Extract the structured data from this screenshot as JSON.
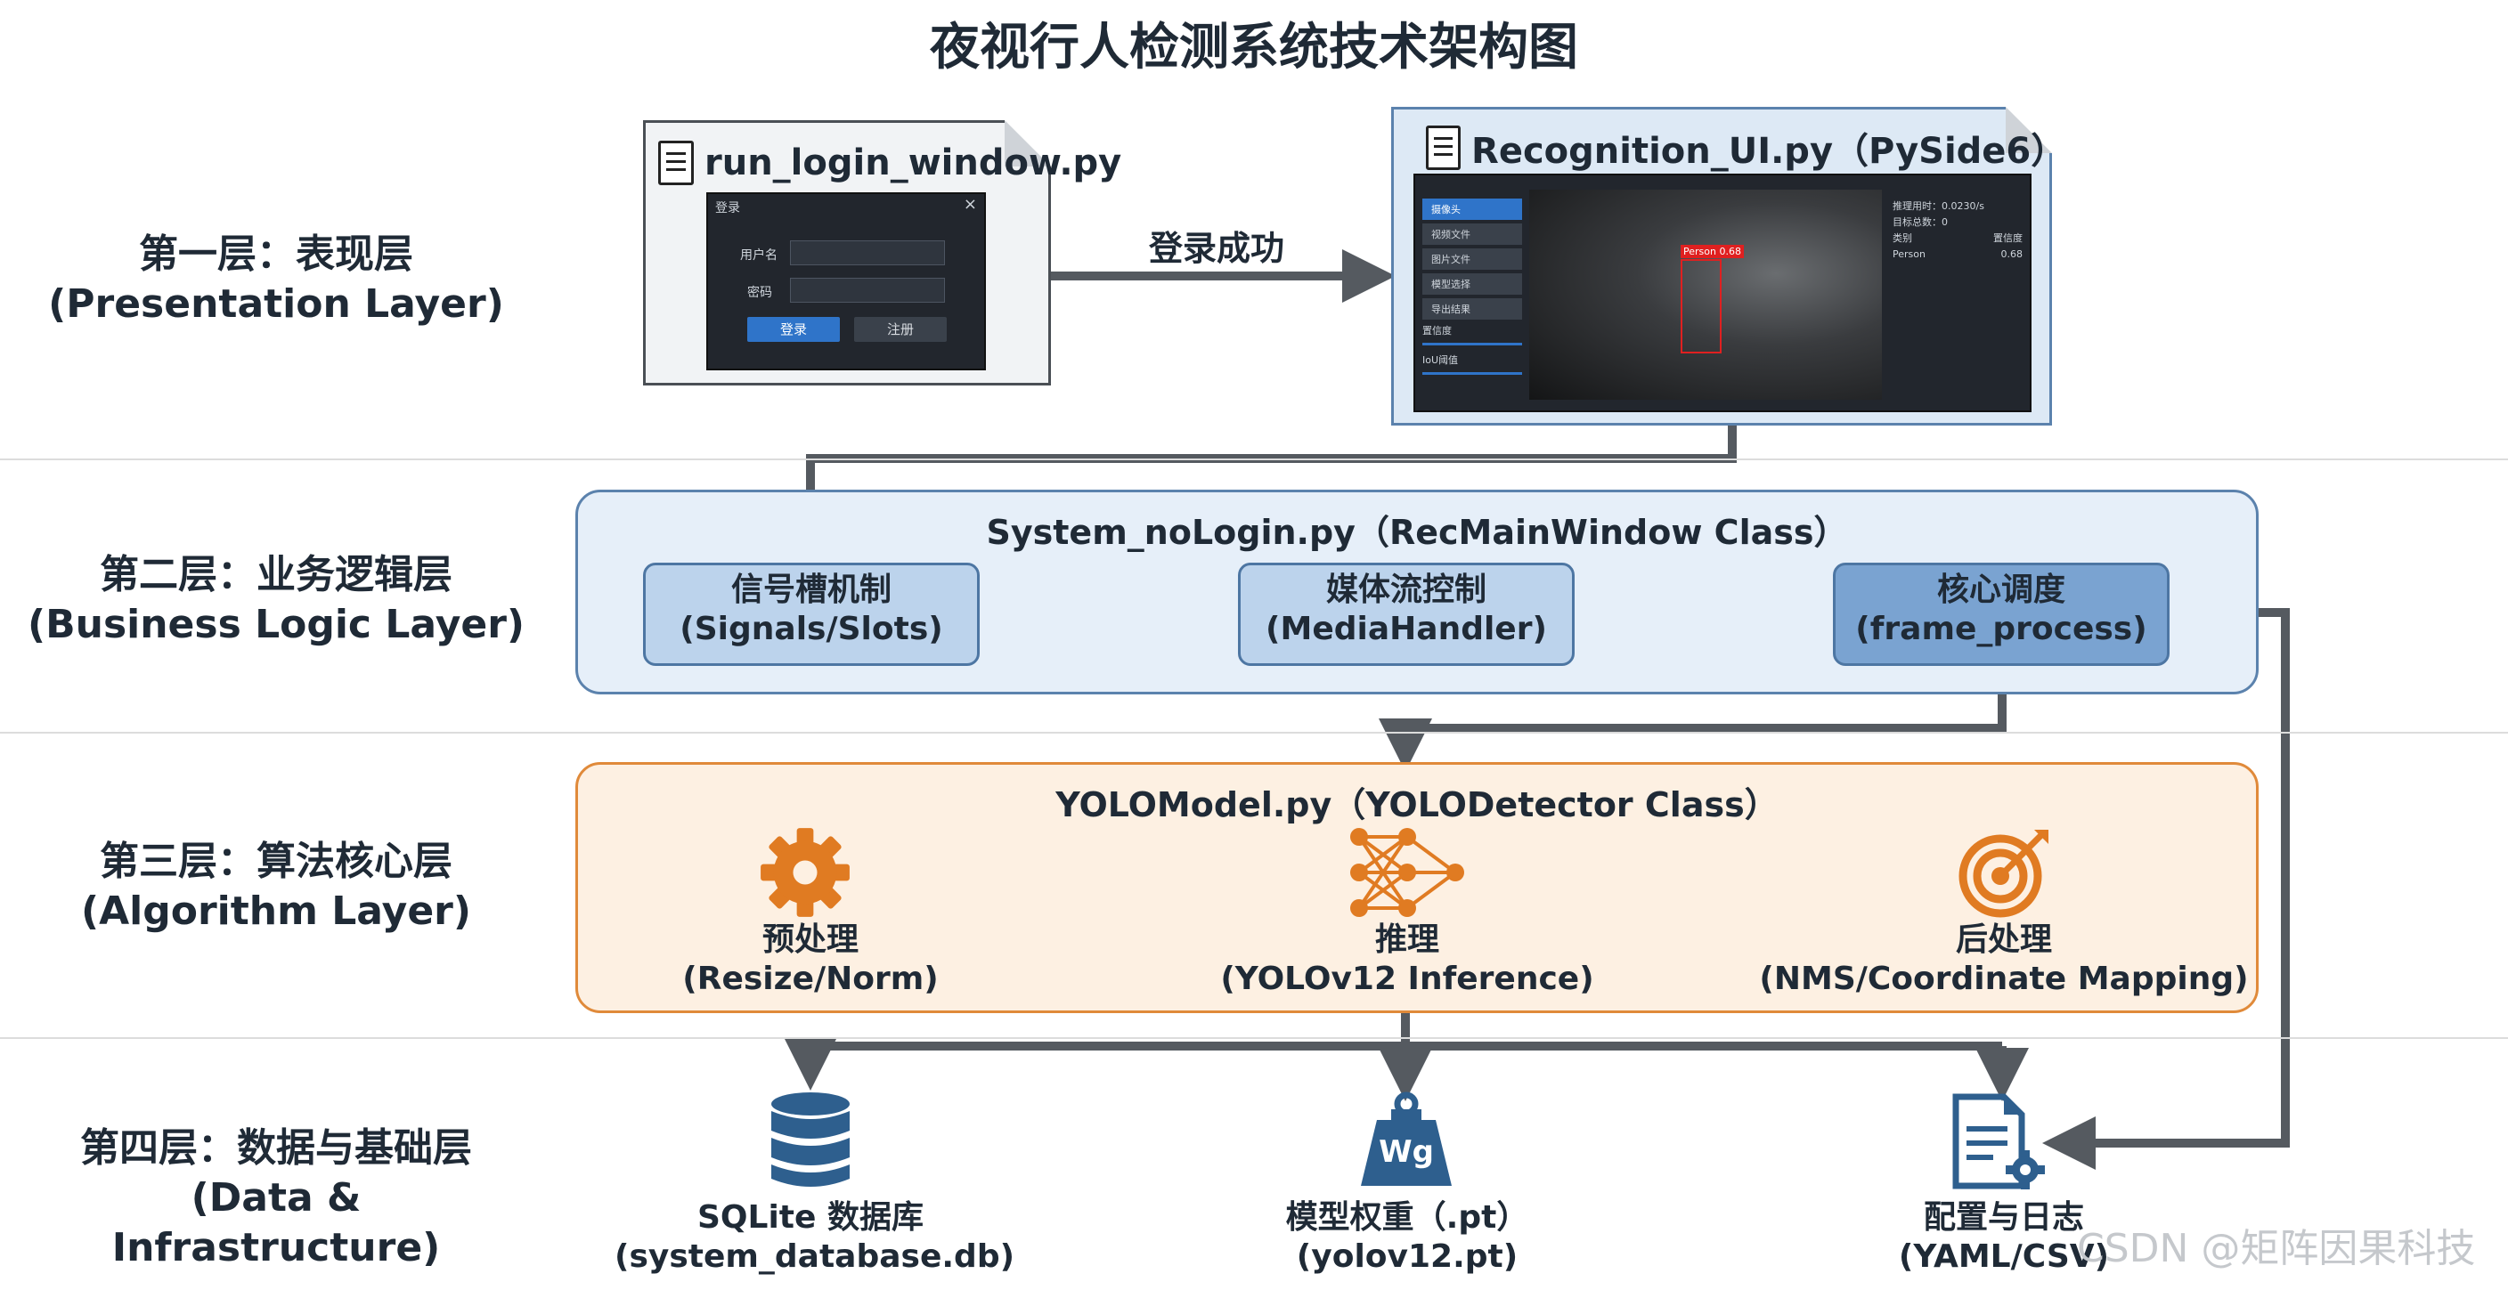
{
  "title": "夜视行人检测系统技术架构图",
  "layers": [
    {
      "cn": "第一层：表现层",
      "en": "(Presentation Layer)"
    },
    {
      "cn": "第二层：业务逻辑层",
      "en": "(Business Logic Layer)"
    },
    {
      "cn": "第三层：算法核心层",
      "en": "(Algorithm Layer)"
    },
    {
      "cn": "第四层：数据与基础层",
      "en": "(Data & Infrastructure)"
    }
  ],
  "presentation": {
    "login_file": "run_login_window.py",
    "login_window": {
      "title": "登录",
      "username_label": "用户名",
      "password_label": "密码",
      "login_button": "登录",
      "register_button": "注册"
    },
    "arrow_label": "登录成功",
    "ui_file": "Recognition_UI.py（PySide6）",
    "ui_window": {
      "menu": [
        "摄像头",
        "视频文件",
        "图片文件",
        "模型选择",
        "导出结果"
      ],
      "slider_labels": [
        "置信度",
        "IoU阈值"
      ],
      "detection_label": "Person 0.68",
      "stats": [
        "推理用时：0.0230/s",
        "目标总数：0"
      ],
      "table_headers": [
        "类别",
        "置信度"
      ],
      "table_row": [
        "Person",
        "0.68"
      ]
    }
  },
  "business": {
    "title": "System_noLogin.py（RecMainWindow Class）",
    "boxes": [
      {
        "cn": "信号槽机制",
        "en": "(Signals/Slots)"
      },
      {
        "cn": "媒体流控制",
        "en": "(MediaHandler)"
      },
      {
        "cn": "核心调度",
        "en": "(frame_process)"
      }
    ]
  },
  "algorithm": {
    "title": "YOLOModel.py（YOLODetector Class）",
    "steps": [
      {
        "cn": "预处理",
        "en": "(Resize/Norm)",
        "icon": "gear-icon"
      },
      {
        "cn": "推理",
        "en": "(YOLOv12 Inference)",
        "icon": "neural-network-icon"
      },
      {
        "cn": "后处理",
        "en": "(NMS/Coordinate Mapping)",
        "icon": "target-icon"
      }
    ]
  },
  "infra": [
    {
      "cn": "SQLite 数据库",
      "en": "(system_database.db)",
      "icon": "database-icon"
    },
    {
      "cn": "模型权重（.pt）",
      "en": "(yolov12.pt)",
      "icon": "weight-icon",
      "icon_text": "Wg"
    },
    {
      "cn": "配置与日志",
      "en": "(YAML/CSV)",
      "icon": "config-file-icon"
    }
  ],
  "watermark": "CSDN @矩阵因果科技",
  "colors": {
    "arrow": "#555a60",
    "orange": "#e07b22",
    "blue_panel": "#e6eff9",
    "orange_panel": "#fdf0e2"
  }
}
